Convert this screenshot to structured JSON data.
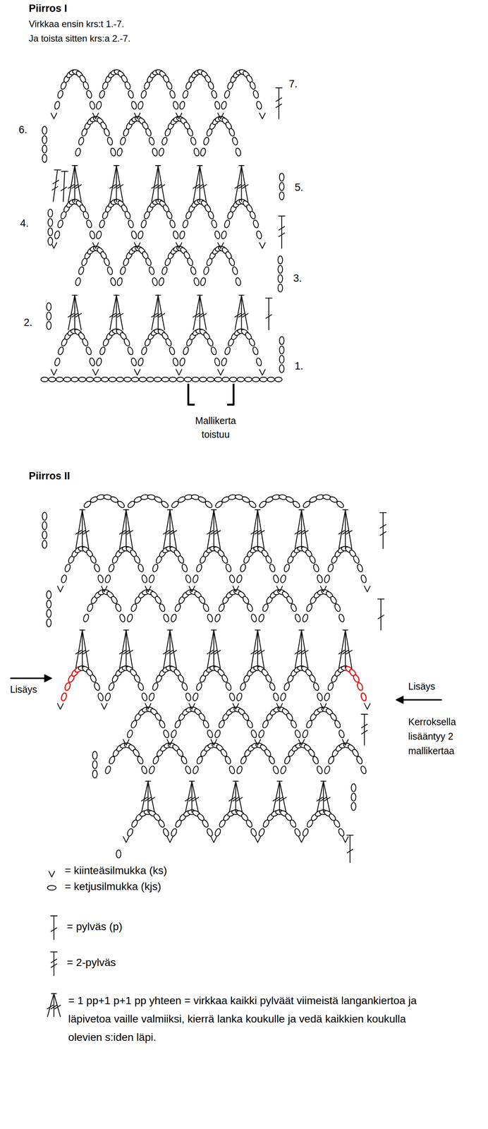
{
  "diagram": {
    "labels": [
      "Piirros I",
      "Virkkaa ensin krs:t 1.-7.",
      "Ja toista sitten krs:a 2.-7.",
      "7.",
      "6.",
      "5.",
      "4.",
      "3.",
      "2.",
      "1.",
      "Mallikerta toistuu",
      "Piirros II",
      "Lisäys",
      "Lisäys",
      "Kerroksella lisääntyy 2 mallikertaa"
    ],
    "legend": [
      {
        "text": "= kiinteäsilmukka (ks)"
      },
      {
        "text": "= ketjusilmukka (kjs)"
      },
      {
        "text": "= pylväs (p)"
      },
      {
        "text": "= 2-pylväs"
      },
      {
        "text": "= 1 pp+1 p+1 pp yhteen = virkkaa kaikki pylväät viimeistä langankiertoa ja läpivetoa vaille valmiiksi, kierrä lanka koukulle ja vedä kaikkien koukulla olevien s:iden läpi."
      }
    ]
  }
}
